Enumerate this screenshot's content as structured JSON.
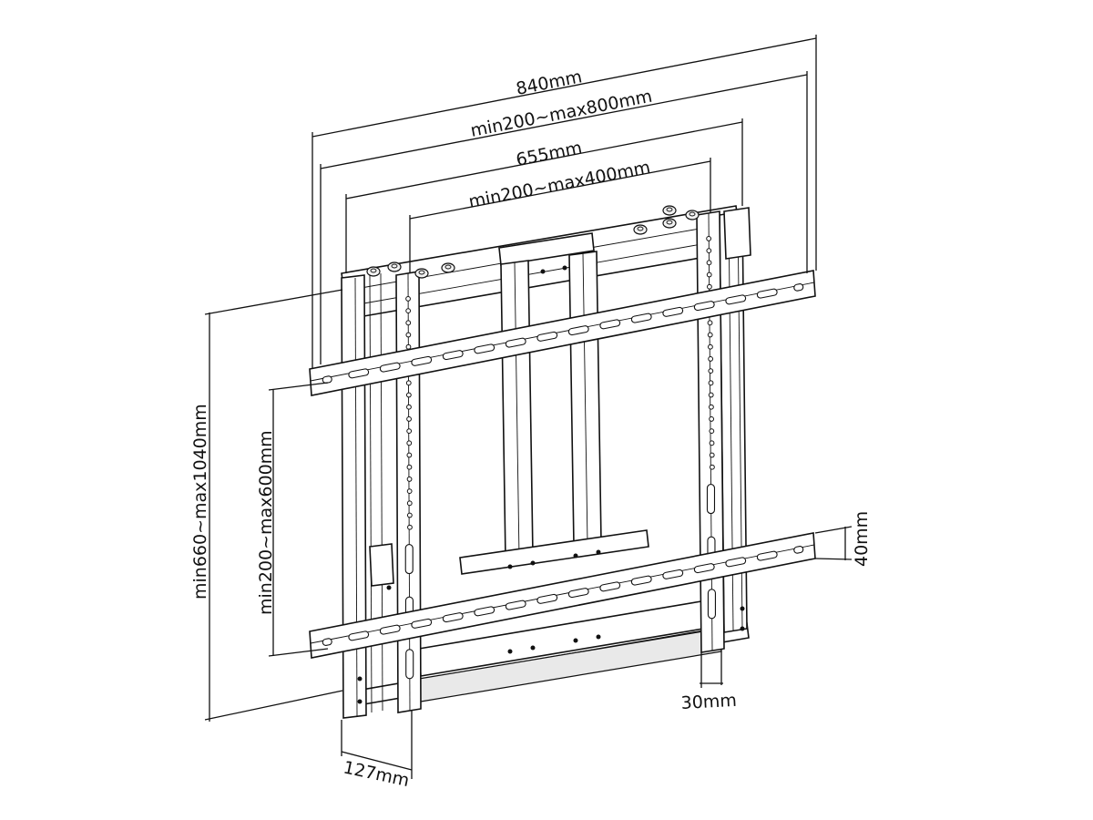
{
  "dimensions": {
    "overall_width": "840mm",
    "horizontal_adjust_outer": "min200~max800mm",
    "frame_width": "655mm",
    "horizontal_adjust_inner": "min200~max400mm",
    "overall_height": "min660~max1040mm",
    "vertical_adjust": "min200~max600mm",
    "rail_height": "40mm",
    "arm_width": "30mm",
    "depth": "127mm"
  },
  "colors": {
    "line": "#111111",
    "background": "#ffffff",
    "shade": "#e9e9e9"
  }
}
